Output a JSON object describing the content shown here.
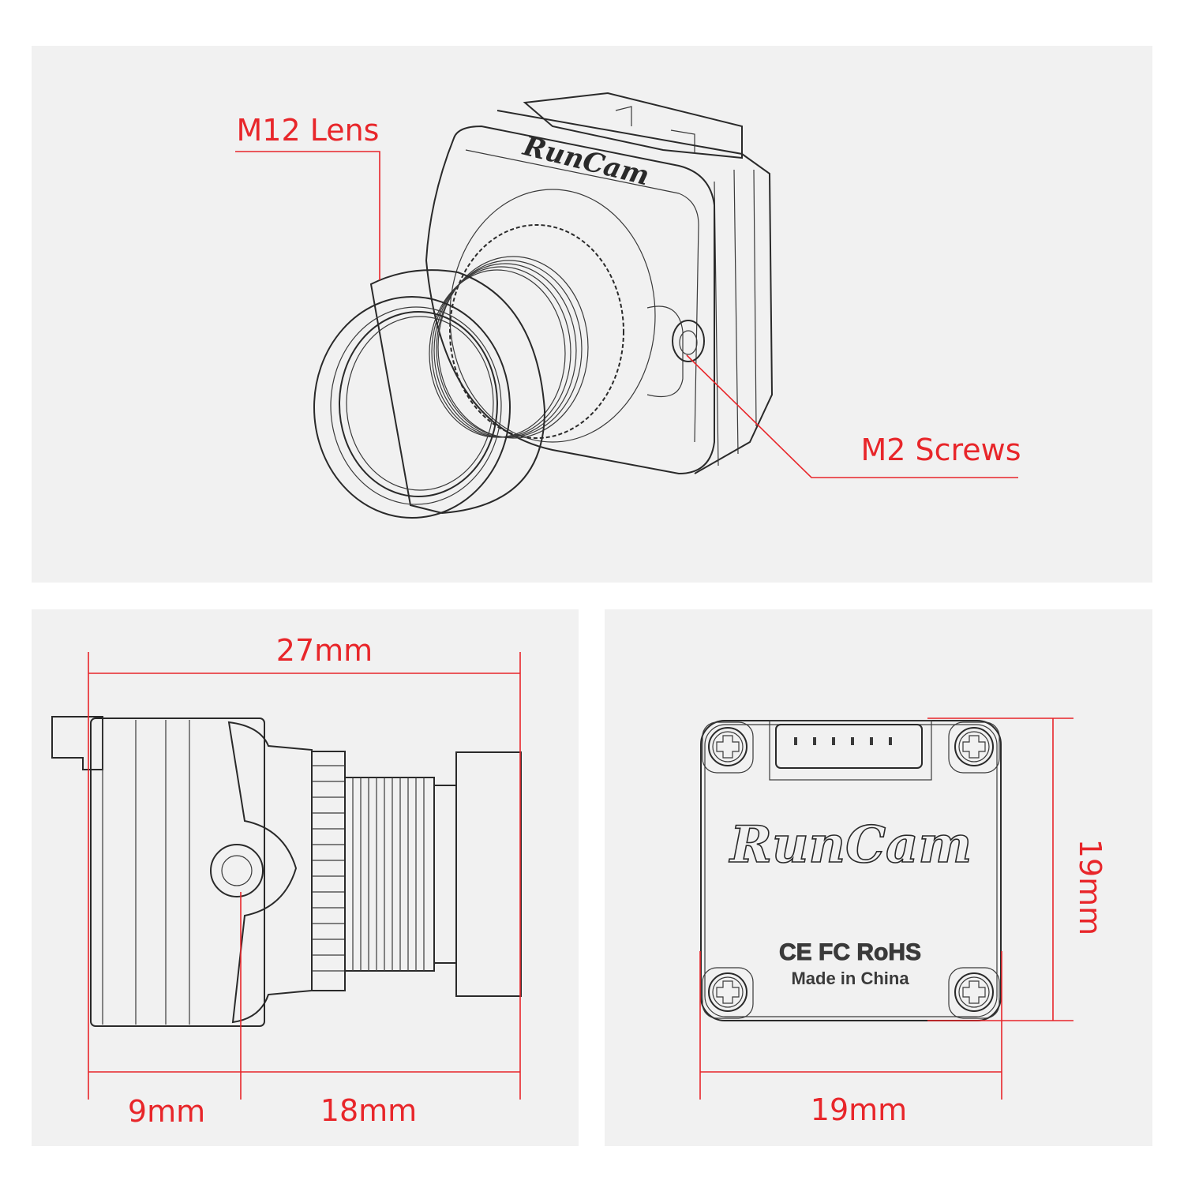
{
  "callouts": {
    "lens": "M12 Lens",
    "screws": "M2 Screws"
  },
  "side_view": {
    "overall_length": "27mm",
    "body_depth": "9mm",
    "lens_length": "18mm"
  },
  "back_view": {
    "width": "19mm",
    "height": "19mm",
    "brand": "RunCam",
    "certifications": "CE FC RoHS",
    "origin": "Made in China"
  },
  "iso_view": {
    "brand": "RunCam"
  },
  "colors": {
    "annotation": "#e8262a",
    "panel": "#f1f1f1",
    "line": "#2a2a2a"
  }
}
